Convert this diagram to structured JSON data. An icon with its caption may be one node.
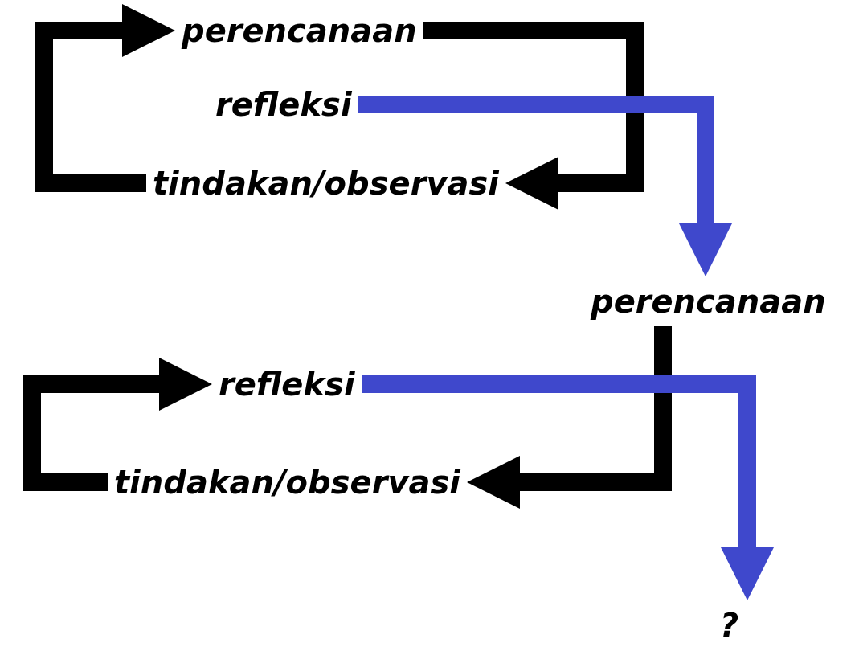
{
  "diagram": {
    "nodes": [
      {
        "text": [
          "perencanaan"
        ]
      },
      {
        "text": [
          "refleksi"
        ]
      },
      {
        "text": [
          "tindakan/observasi"
        ]
      },
      {
        "text": [
          "perencanaan"
        ]
      },
      {
        "text": [
          "refleksi"
        ]
      },
      {
        "text": [
          "tindakan/observasi"
        ]
      },
      {
        "text": [
          "?"
        ]
      }
    ],
    "edges": [
      {
        "from": 2,
        "to": 0,
        "arrow": "to"
      },
      {
        "from": 0,
        "to": 2,
        "arrow": "to"
      },
      {
        "from": 1,
        "to": 3,
        "arrow": "to",
        "color": "#3f48cc"
      },
      {
        "from": 3,
        "to": 5,
        "arrow": "to"
      },
      {
        "from": 5,
        "to": 4,
        "arrow": "to"
      },
      {
        "from": 4,
        "to": 6,
        "arrow": "to",
        "color": "#3f48cc"
      }
    ]
  }
}
